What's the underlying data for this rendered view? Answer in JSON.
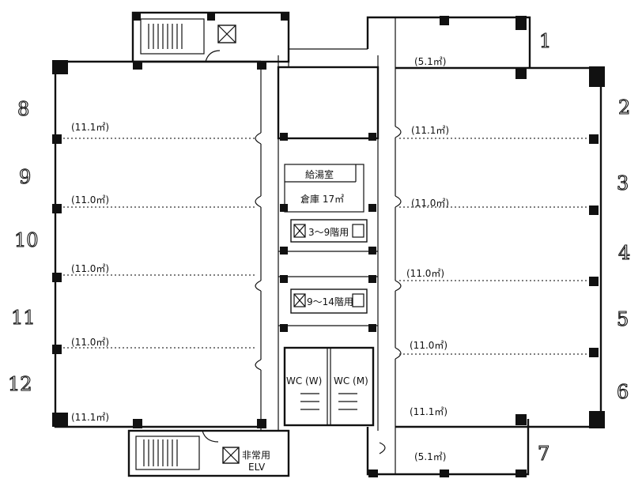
{
  "units": [
    {
      "number": "1",
      "area": "(5.1㎡)"
    },
    {
      "number": "2",
      "area": "(11.1㎡)"
    },
    {
      "number": "3",
      "area": "(11.0㎡)"
    },
    {
      "number": "4",
      "area": "(11.0㎡)"
    },
    {
      "number": "5",
      "area": "(11.0㎡)"
    },
    {
      "number": "6",
      "area": "(11.1㎡)"
    },
    {
      "number": "7",
      "area": "(5.1㎡)"
    },
    {
      "number": "8",
      "area": "(11.1㎡)"
    },
    {
      "number": "9",
      "area": "(11.0㎡)"
    },
    {
      "number": "10",
      "area": "(11.0㎡)"
    },
    {
      "number": "11",
      "area": "(11.0㎡)"
    },
    {
      "number": "12",
      "area": "(11.1㎡)"
    }
  ],
  "core": {
    "pantry": "給湯室",
    "storage": "倉庫 17㎡",
    "elevator_group_a": "3～9階用",
    "elevator_group_b": "9～14階用",
    "wc_women": "WC (W)",
    "wc_men": "WC (M)",
    "emergency_elevator_1": "非常用",
    "emergency_elevator_2": "ELV"
  }
}
